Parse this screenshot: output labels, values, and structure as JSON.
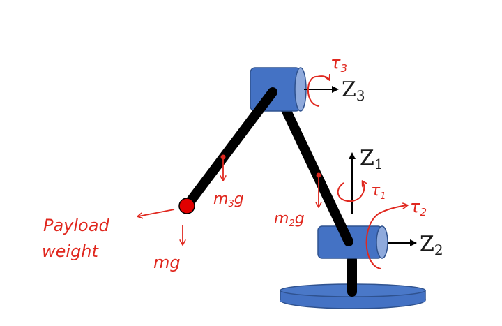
{
  "axes": {
    "z3": {
      "base": "Z",
      "sub": "3"
    },
    "z1": {
      "base": "Z",
      "sub": "1"
    },
    "z2": {
      "base": "Z",
      "sub": "2"
    }
  },
  "torques": {
    "t3": {
      "base": "τ",
      "sub": "3"
    },
    "t1": {
      "base": "τ",
      "sub": "1"
    },
    "t2": {
      "base": "τ",
      "sub": "2"
    }
  },
  "forces": {
    "m3g": {
      "base": "m",
      "sub": "3",
      "tail": "g"
    },
    "m2g": {
      "base": "m",
      "sub": "2",
      "tail": "g"
    },
    "mg": "mg"
  },
  "payload": {
    "line1": "Payload",
    "line2": "weight"
  },
  "colors": {
    "joint_fill": "#4472c4",
    "joint_face": "#8faadc",
    "joint_stroke": "#2f528f",
    "link": "#000000",
    "payload_mass": "#e00000",
    "annotation": "#e0281f",
    "axis_arrow": "#000000"
  }
}
